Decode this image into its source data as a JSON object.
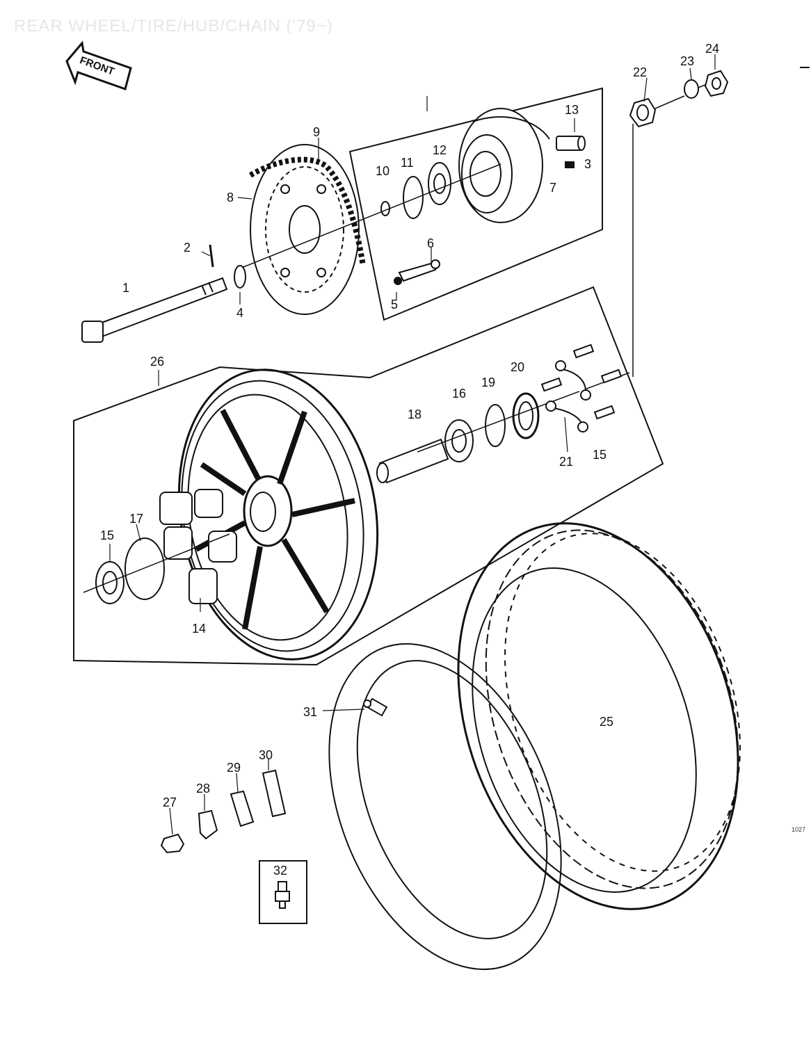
{
  "header": {
    "title": "REAR WHEEL/TIRE/HUB/CHAIN ('79~)"
  },
  "front_arrow": {
    "label": "FRONT"
  },
  "figure_code": "1027",
  "callouts": {
    "c1": "1",
    "c2": "2",
    "c3": "3",
    "c4": "4",
    "c5": "5",
    "c6": "6",
    "c7": "7",
    "c8": "8",
    "c9": "9",
    "c10": "10",
    "c11": "11",
    "c12": "12",
    "c13": "13",
    "c14": "14",
    "c15a": "15",
    "c15b": "15",
    "c16": "16",
    "c17": "17",
    "c18": "18",
    "c19": "19",
    "c20": "20",
    "c21": "21",
    "c22": "22",
    "c23": "23",
    "c24": "24",
    "c25": "25",
    "c26": "26",
    "c27": "27",
    "c28": "28",
    "c29": "29",
    "c30": "30",
    "c31": "31",
    "c32": "32"
  },
  "colors": {
    "ink": "#111111",
    "paper": "#ffffff",
    "faint": "#e6e6e6"
  }
}
